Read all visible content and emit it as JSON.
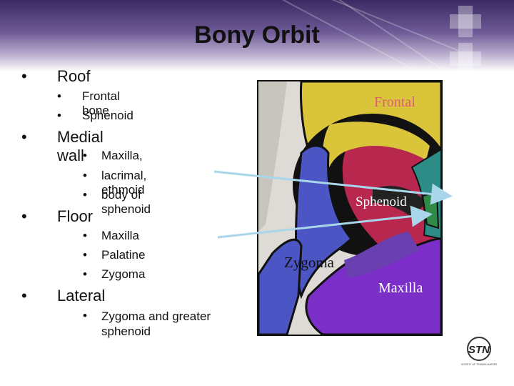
{
  "title": "Bony Orbit",
  "bullet_glyph": "•",
  "sections": [
    {
      "heading": "Roof",
      "items": [
        "Frontal bone",
        "Sphenoid"
      ]
    },
    {
      "heading": "Medial wall",
      "items": [
        "Maxilla,",
        "lacrimal, ethmoid",
        "body of sphenoid"
      ]
    },
    {
      "heading": "Floor",
      "items": [
        "Maxilla",
        "Palatine",
        "Zygoma"
      ]
    },
    {
      "heading": "Lateral",
      "items": [
        "Zygoma and greater sphenoid"
      ]
    }
  ],
  "figure_labels": {
    "frontal": "Frontal",
    "sphenoid": "Sphenoid",
    "zygoma": "Zygoma",
    "maxilla": "Maxilla"
  },
  "logo": {
    "text": "STN",
    "subtext": "SOCIETY OF TRAUMA NURSES"
  },
  "colors": {
    "frontal": "#d9c43a",
    "sphenoid_red": "#b8284e",
    "maxilla": "#7b2fc8",
    "zygoma": "#4b55c4",
    "teal": "#2e8c86",
    "green": "#2e8a46",
    "header_dark": "#3a2a63"
  }
}
